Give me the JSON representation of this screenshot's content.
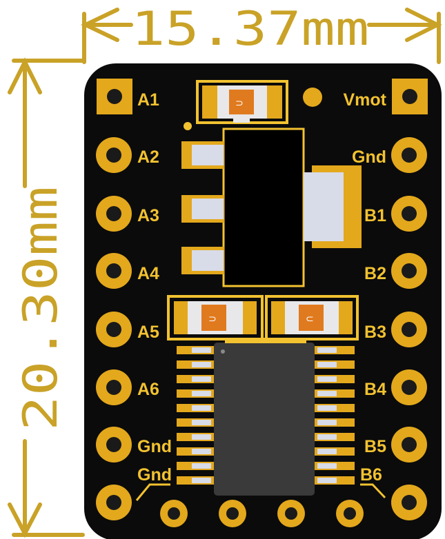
{
  "dimensions": {
    "width_label": "15.37mm",
    "height_label": "20.30mm"
  },
  "pins_left": [
    "A1",
    "A2",
    "A3",
    "A4",
    "A5",
    "A6",
    "Gnd"
  ],
  "pins_right": [
    "Vmot",
    "Gnd",
    "B1",
    "B2",
    "B3",
    "B4",
    "B5"
  ],
  "bottom_labels": {
    "left": "Gnd",
    "right": "B6"
  },
  "colors": {
    "board": "#0b0b0b",
    "copper_gold": "#e3a81c",
    "silkscreen_yellow": "#f2c230",
    "dimension_gold": "#c9a227",
    "chip": "#3a3a3a",
    "component_orange": "#e07a1f",
    "component_white": "#e8e8ea"
  }
}
